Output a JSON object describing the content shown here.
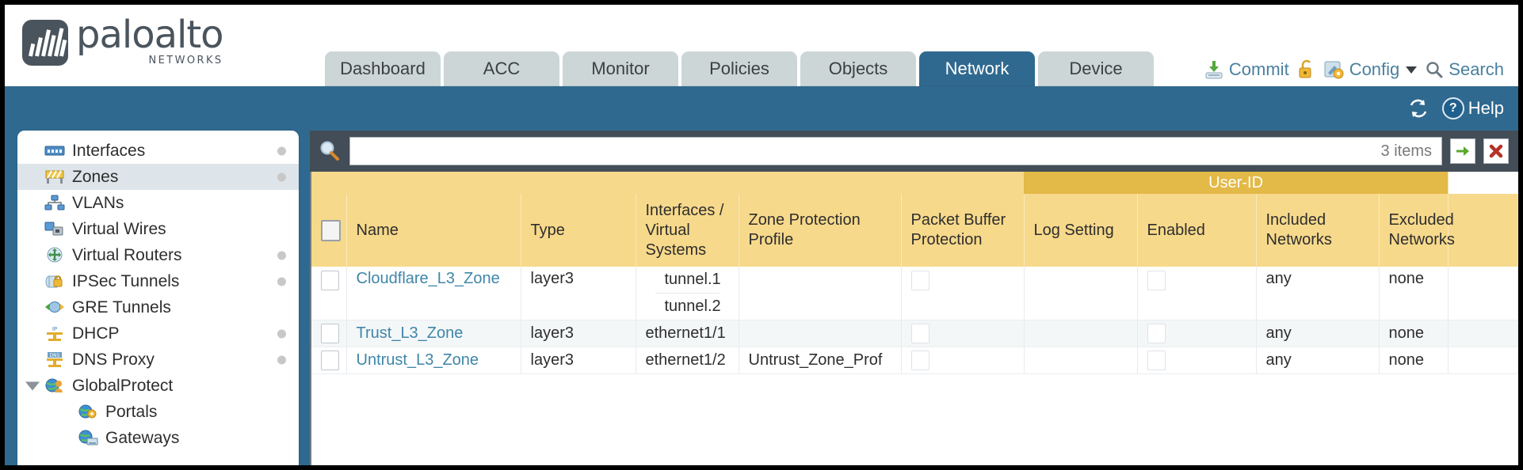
{
  "brand": {
    "name": "paloalto",
    "tagline": "NETWORKS"
  },
  "nav": {
    "tabs": [
      {
        "label": "Dashboard",
        "active": false
      },
      {
        "label": "ACC",
        "active": false
      },
      {
        "label": "Monitor",
        "active": false
      },
      {
        "label": "Policies",
        "active": false
      },
      {
        "label": "Objects",
        "active": false
      },
      {
        "label": "Network",
        "active": true
      },
      {
        "label": "Device",
        "active": false
      }
    ]
  },
  "header_actions": {
    "commit": "Commit",
    "config": "Config",
    "search": "Search",
    "lock_icon": "unlock-icon",
    "commit_icon": "commit-icon",
    "config_icon": "config-icon",
    "search_icon": "search-icon",
    "caret_icon": "chevron-down-icon"
  },
  "band": {
    "refresh_icon": "refresh-icon",
    "help_label": "Help",
    "help_icon": "question-mark-icon"
  },
  "sidebar": {
    "items": [
      {
        "label": "Interfaces",
        "icon": "interfaces-icon",
        "selected": false,
        "dot": true,
        "child": false,
        "expander": false
      },
      {
        "label": "Zones",
        "icon": "zones-icon",
        "selected": true,
        "dot": true,
        "child": false,
        "expander": false
      },
      {
        "label": "VLANs",
        "icon": "vlans-icon",
        "selected": false,
        "dot": false,
        "child": false,
        "expander": false
      },
      {
        "label": "Virtual Wires",
        "icon": "virtual-wires-icon",
        "selected": false,
        "dot": false,
        "child": false,
        "expander": false
      },
      {
        "label": "Virtual Routers",
        "icon": "virtual-routers-icon",
        "selected": false,
        "dot": true,
        "child": false,
        "expander": false
      },
      {
        "label": "IPSec Tunnels",
        "icon": "ipsec-tunnels-icon",
        "selected": false,
        "dot": true,
        "child": false,
        "expander": false
      },
      {
        "label": "GRE Tunnels",
        "icon": "gre-tunnels-icon",
        "selected": false,
        "dot": false,
        "child": false,
        "expander": false
      },
      {
        "label": "DHCP",
        "icon": "dhcp-icon",
        "selected": false,
        "dot": true,
        "child": false,
        "expander": false
      },
      {
        "label": "DNS Proxy",
        "icon": "dns-proxy-icon",
        "selected": false,
        "dot": true,
        "child": false,
        "expander": false
      },
      {
        "label": "GlobalProtect",
        "icon": "globalprotect-icon",
        "selected": false,
        "dot": false,
        "child": false,
        "expander": true
      },
      {
        "label": "Portals",
        "icon": "portals-icon",
        "selected": false,
        "dot": false,
        "child": true,
        "expander": false
      },
      {
        "label": "Gateways",
        "icon": "gateways-icon",
        "selected": false,
        "dot": false,
        "child": true,
        "expander": false
      }
    ]
  },
  "search": {
    "value": "",
    "placeholder": "",
    "items_count": "3 items",
    "apply_icon": "green-arrow-icon",
    "clear_icon": "red-x-icon",
    "magnifier_icon": "search-icon"
  },
  "table": {
    "group_header": {
      "user_id": "User-ID"
    },
    "columns": [
      "Name",
      "Type",
      "Interfaces / Virtual Systems",
      "Zone Protection Profile",
      "Packet Buffer Protection",
      "Log Setting",
      "Enabled",
      "Included Networks",
      "Excluded Networks"
    ],
    "rows": [
      {
        "name": "Cloudflare_L3_Zone",
        "type": "layer3",
        "interfaces": [
          "tunnel.1",
          "tunnel.2"
        ],
        "zone_protection_profile": "",
        "packet_buffer_protection": false,
        "log_setting": "",
        "enabled": false,
        "included_networks": "any",
        "excluded_networks": "none"
      },
      {
        "name": "Trust_L3_Zone",
        "type": "layer3",
        "interfaces": [
          "ethernet1/1"
        ],
        "zone_protection_profile": "",
        "packet_buffer_protection": false,
        "log_setting": "",
        "enabled": false,
        "included_networks": "any",
        "excluded_networks": "none"
      },
      {
        "name": "Untrust_L3_Zone",
        "type": "layer3",
        "interfaces": [
          "ethernet1/2"
        ],
        "zone_protection_profile": "Untrust_Zone_Prof",
        "packet_buffer_protection": false,
        "log_setting": "",
        "enabled": false,
        "included_networks": "any",
        "excluded_networks": "none"
      }
    ]
  },
  "colors": {
    "brand_slate": "#4a545d",
    "band_blue": "#30698f",
    "tab_inactive": "#ccd6d6",
    "table_header_gold": "#f7d98b",
    "user_id_gold": "#e3b947",
    "link_blue": "#3f86a8",
    "content_dark": "#434d57"
  }
}
